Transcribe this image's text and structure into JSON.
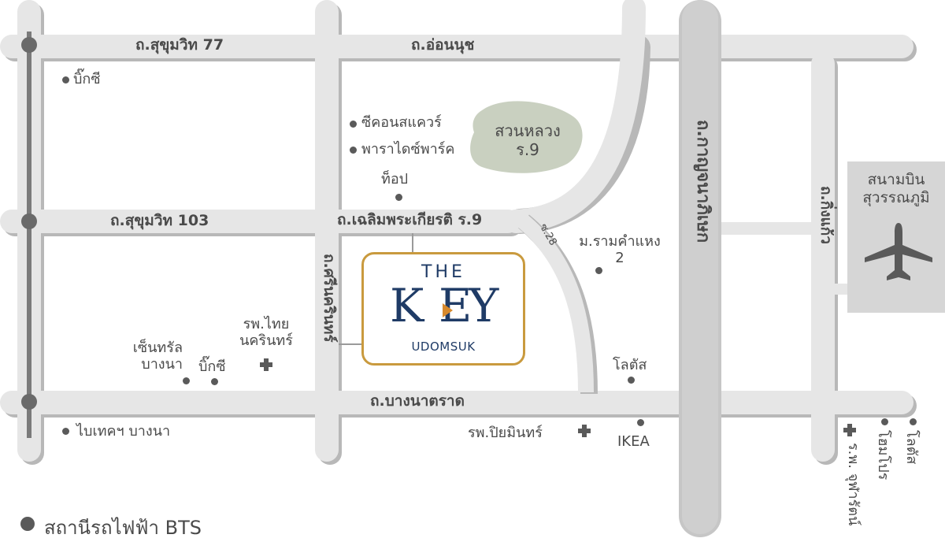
{
  "colors": {
    "road_fill": "#e6e6e6",
    "road_shadow": "#b8b8b8",
    "expressway": "#cfcfcf",
    "bts_line": "#7a7a7a",
    "park": "#c9d0c0",
    "brand_navy": "#1f3b66",
    "brand_gold": "#c99a3e",
    "accent_orange": "#d88a2c",
    "text": "#4a4a4a"
  },
  "roads": {
    "sukhumvit77": "ถ.สุขุมวิท 77",
    "onnut": "ถ.อ่อนนุช",
    "sukhumvit103": "ถ.สุขุมวิท 103",
    "chaloem": "ถ.เฉลิมพระเกียรติ ร.9",
    "bangna": "ถ.บางนาตราด",
    "srinakarin": "ถ.ศรีนครินทร์",
    "soi28": "ซ.28",
    "kanchanaphisek": "ถ.กาญจนาภิเษก",
    "kingkaew": "ถ.กิ่งแก้ว"
  },
  "park": {
    "line1": "สวนหลวง",
    "line2": "ร.9"
  },
  "pois": {
    "bigc_top": "บิ๊กซี",
    "seacon": "ซีคอนสแควร์",
    "paradise": "พาราไดซ์พาร์ค",
    "tops": "ท็อป",
    "ramkhamhaeng_1": "ม.รามคำแหง",
    "ramkhamhaeng_2": "2",
    "thainakarin_1": "รพ.ไทย",
    "thainakarin_2": "นครินทร์",
    "central_1": "เซ็นทรัล",
    "central_2": "บางนา",
    "bigc_bottom": "บิ๊กซี",
    "lotus_mid": "โลตัส",
    "biteq": "ไบเทคฯ บางนา",
    "piyamin": "รพ.ปิยมินทร์",
    "ikea": "IKEA",
    "chularat": "ร.พ. จุฬารัตน์",
    "homepro": "โฮมโปร",
    "lotus_right": "โลตัส"
  },
  "project": {
    "the": "THE",
    "key_k": "K",
    "key_e": "E",
    "key_y": "Y",
    "sub": "UDOMSUK"
  },
  "airport": {
    "line1": "สนามบิน",
    "line2": "สุวรรณภูมิ",
    "icon": "airplane-icon"
  },
  "legend": {
    "label": "สถานีรถไฟฟ้า BTS"
  }
}
